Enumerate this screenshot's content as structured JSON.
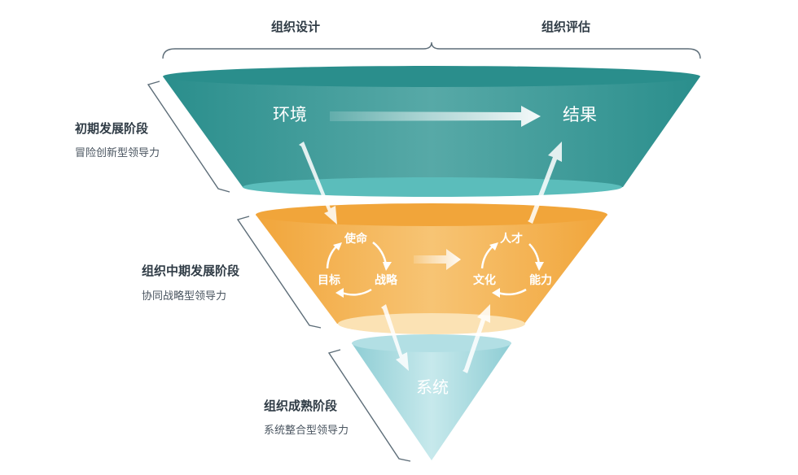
{
  "header": {
    "left_label": "组织设计",
    "right_label": "组织评估"
  },
  "stages": [
    {
      "title": "初期发展阶段",
      "subtitle": "冒险创新型领导力"
    },
    {
      "title": "组织中期发展阶段",
      "subtitle": "协同战略型领导力"
    },
    {
      "title": "组织成熟阶段",
      "subtitle": "系统整合型领导力"
    }
  ],
  "top_layer": {
    "left": "环境",
    "right": "结果"
  },
  "middle_layer": {
    "left_cycle": [
      "使命",
      "战略",
      "目标"
    ],
    "right_cycle": [
      "人才",
      "能力",
      "文化"
    ]
  },
  "bottom_layer": {
    "label": "系统"
  },
  "colors": {
    "teal_dark": "#2a8e8c",
    "teal_light": "#5bb6b4",
    "orange": "#f2a93b",
    "orange_light": "#f8cf83",
    "light_blue": "#9fd6dc",
    "text_dark": "#2f3b45",
    "bracket": "#5d6d78"
  }
}
